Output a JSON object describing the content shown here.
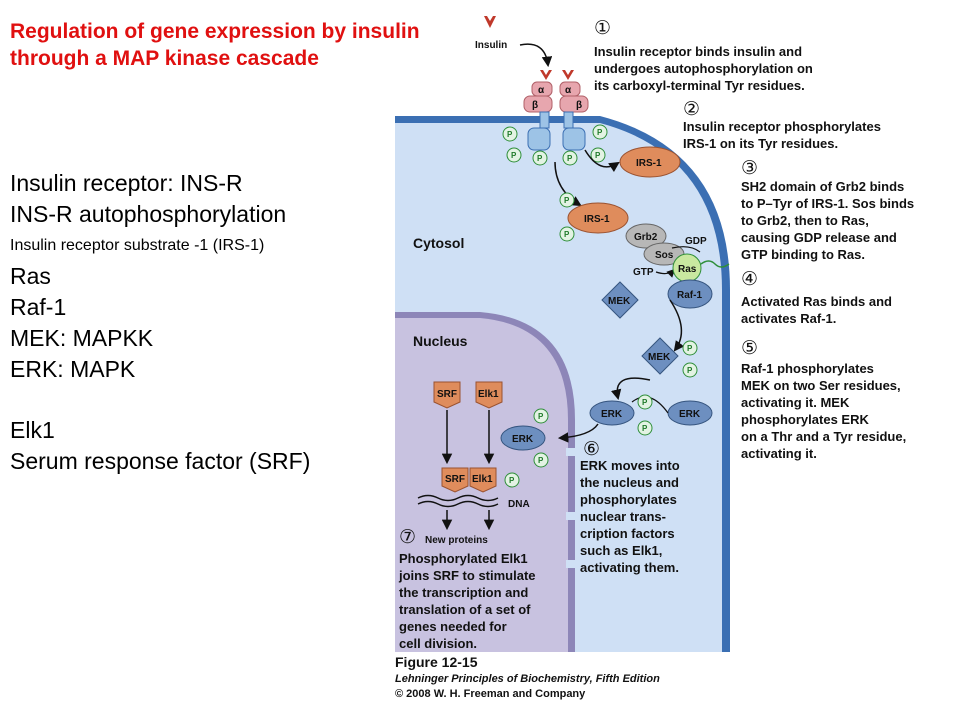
{
  "title": "Regulation of gene expression by insulin through a MAP kinase cascade",
  "notes": {
    "insulin_receptor": "Insulin receptor: INS-R",
    "autophosphorylation": "INS-R autophosphorylation",
    "irs1": "Insulin receptor substrate -1 (IRS-1)",
    "ras": "Ras",
    "raf1": "Raf-1",
    "mek": "MEK: MAPKK",
    "erk": "ERK: MAPK",
    "elk1": "Elk1",
    "srf": "Serum response factor (SRF)"
  },
  "diagram": {
    "insulin": "Insulin",
    "alpha": "α",
    "beta": "β",
    "phospho": "P",
    "cytosol": "Cytosol",
    "nucleus": "Nucleus",
    "irs1": "IRS-1",
    "grb2": "Grb2",
    "sos": "Sos",
    "gdp": "GDP",
    "gtp": "GTP",
    "ras": "Ras",
    "raf1": "Raf-1",
    "mek": "MEK",
    "erk": "ERK",
    "srf": "SRF",
    "elk1": "Elk1",
    "dna": "DNA",
    "new_proteins": "New proteins",
    "colors": {
      "cytosol": "#cfe0f5",
      "nucleus": "#c8c2e0",
      "membrane": "#3b6fb3",
      "receptor_pink": "#e7a6ae",
      "receptor_blue": "#9dc3e6",
      "orange_protein": "#df8c5c",
      "blue_protein": "#6d8fc0",
      "phospho_green": "#2f8f3a"
    }
  },
  "steps": [
    {
      "num": "①",
      "lines": [
        "Insulin receptor binds insulin and",
        "undergoes autophosphorylation on",
        "its  carboxyl-terminal Tyr residues."
      ]
    },
    {
      "num": "②",
      "lines": [
        "Insulin receptor phosphorylates",
        "IRS-1 on its Tyr residues."
      ]
    },
    {
      "num": "③",
      "lines": [
        "SH2 domain of Grb2 binds",
        "to P–Tyr of IRS-1. Sos binds",
        "to Grb2, then to Ras,",
        "causing GDP release and",
        "GTP binding to Ras."
      ]
    },
    {
      "num": "④",
      "lines": [
        "Activated Ras binds and",
        "activates Raf-1."
      ]
    },
    {
      "num": "⑤",
      "lines": [
        "Raf-1 phosphorylates",
        "MEK on two Ser residues,",
        "activating it. MEK",
        "phosphorylates ERK",
        "on a Thr and a Tyr residue,",
        "activating it."
      ]
    },
    {
      "num": "⑥",
      "lines": [
        "ERK moves into",
        "the nucleus and",
        "phosphorylates",
        "nuclear trans-",
        "cription factors",
        "such as Elk1,",
        "activating them."
      ]
    },
    {
      "num": "⑦",
      "lines": [
        "Phosphorylated Elk1",
        "joins SRF to stimulate",
        "the transcription and",
        "translation of a set of",
        "genes needed for",
        "cell division."
      ]
    }
  ],
  "caption": {
    "figure": "Figure 12-15",
    "book": "Lehninger Principles of Biochemistry, Fifth Edition",
    "copyright": "© 2008 W. H. Freeman and Company"
  }
}
